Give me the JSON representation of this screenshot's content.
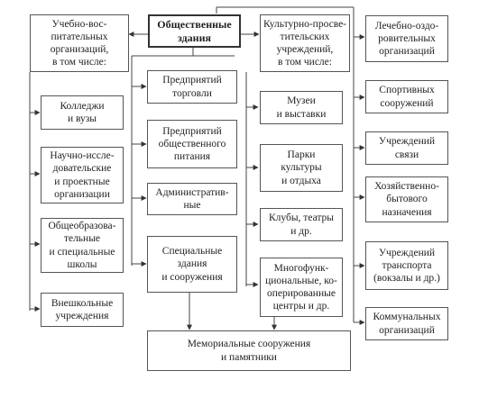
{
  "diagram": {
    "root": "Общественные\nздания",
    "educational": {
      "header": "Учебно-вос-\nпитательных\nорганизаций,\nв том числе:",
      "items": [
        "Колледжи\nи вузы",
        "Научно-иссле-\nдовательские\nи проектные\nорганизации",
        "Общеобразова-\nтельные\nи специальные\nшколы",
        "Внешкольные\nучреждения"
      ]
    },
    "middle": [
      "Предприятий\nторговли",
      "Предприятий\nобщественного\nпитания",
      "Административ-\nные",
      "Специальные\nздания\nи сооружения"
    ],
    "cultural": {
      "header": "Культурно-просве-\nтительских\nучреждений,\nв том числе:",
      "items": [
        "Музеи\nи выставки",
        "Парки\nкультуры\nи отдыха",
        "Клубы, театры\nи др.",
        "Многофунк-\nциональные, ко-\nоперированные\nцентры и др."
      ]
    },
    "right": [
      "Лечебно-оздо-\nровительных\nорганизаций",
      "Спортивных\nсооружений",
      "Учреждений\nсвязи",
      "Хозяйственно-\nбытового\nназначения",
      "Учреждений\nтранспорта\n(вокзалы и др.)",
      "Коммунальных\nорганизаций"
    ],
    "bottom": "Мемориальные сооружения\nи памятники"
  }
}
